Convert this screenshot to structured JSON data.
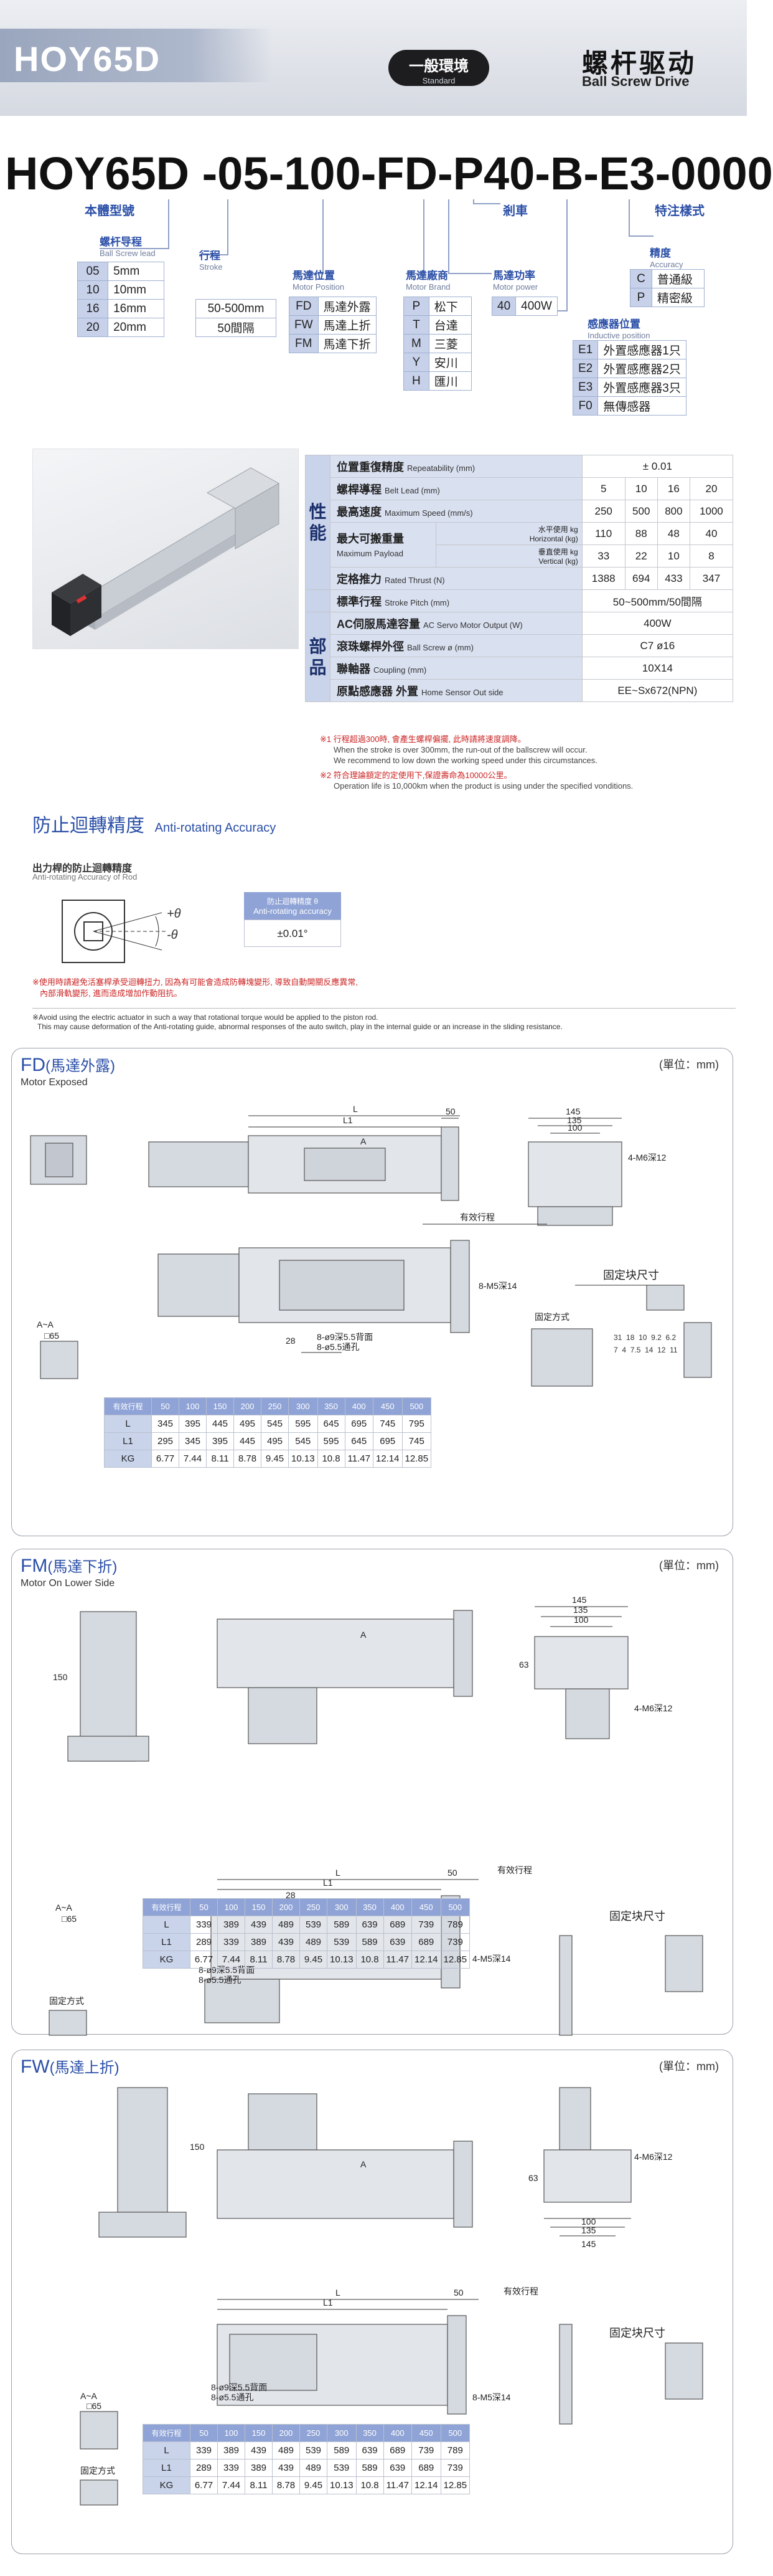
{
  "header": {
    "title": "HOY65D",
    "env_zh": "一般環境",
    "env_en": "Standard",
    "type_zh": "螺杆驱动",
    "type_en": "Ball Screw Drive"
  },
  "model": {
    "code": "HOY65D -05-100-FD-P40-B-E3-0000",
    "body_type": "本體型號",
    "brake": "剎車",
    "special": "特注樣式",
    "lead": {
      "zh": "螺杆导程",
      "en": "Ball Screw lead",
      "rows": [
        [
          "05",
          "5mm"
        ],
        [
          "10",
          "10mm"
        ],
        [
          "16",
          "16mm"
        ],
        [
          "20",
          "20mm"
        ]
      ]
    },
    "stroke": {
      "zh": "行程",
      "en": "Stroke",
      "rows": [
        [
          "50-500mm"
        ],
        [
          "50間隔"
        ]
      ]
    },
    "motor_pos": {
      "zh": "馬達位置",
      "en": "Motor Position",
      "rows": [
        [
          "FD",
          "馬達外露"
        ],
        [
          "FW",
          "馬達上折"
        ],
        [
          "FM",
          "馬達下折"
        ]
      ]
    },
    "motor_brand": {
      "zh": "馬達廠商",
      "en": "Motor Brand",
      "rows": [
        [
          "P",
          "松下"
        ],
        [
          "T",
          "台達"
        ],
        [
          "M",
          "三菱"
        ],
        [
          "Y",
          "安川"
        ],
        [
          "H",
          "匯川"
        ]
      ]
    },
    "motor_power": {
      "zh": "馬達功率",
      "en": "Motor power",
      "rows": [
        [
          "40",
          "400W"
        ]
      ]
    },
    "accuracy": {
      "zh": "精度",
      "en": "Accuracy",
      "rows": [
        [
          "C",
          "普通級"
        ],
        [
          "P",
          "精密級"
        ]
      ]
    },
    "sensor": {
      "zh": "感應器位置",
      "en": "Inductive position",
      "rows": [
        [
          "E1",
          "外置感應器1只"
        ],
        [
          "E2",
          "外置感應器2只"
        ],
        [
          "E3",
          "外置感應器3只"
        ],
        [
          "F0",
          "無傳感器"
        ]
      ]
    }
  },
  "spec": {
    "group_perf": "性能",
    "group_parts": "部品",
    "rows": {
      "repeat": {
        "zh": "位置重復精度",
        "en": "Repeatability (mm)",
        "val": "± 0.01"
      },
      "lead": {
        "zh": "螺桿導程",
        "en": "Belt Lead (mm)",
        "vals": [
          "5",
          "10",
          "16",
          "20"
        ]
      },
      "speed": {
        "zh": "最高速度",
        "en": "Maximum Speed (mm/s)",
        "vals": [
          "250",
          "500",
          "800",
          "1000"
        ]
      },
      "payload": {
        "zh": "最大可搬重量",
        "en": "Maximum Payload",
        "h_zh": "水平使用 kg",
        "h_en": "Horizontal (kg)",
        "v_zh": "垂直使用 kg",
        "v_en": "Vertical (kg)",
        "h_vals": [
          "110",
          "88",
          "48",
          "40"
        ],
        "v_vals": [
          "33",
          "22",
          "10",
          "8"
        ]
      },
      "thrust": {
        "zh": "定格推力",
        "en": "Rated Thrust (N)",
        "vals": [
          "1388",
          "694",
          "433",
          "347"
        ]
      },
      "stroke": {
        "zh": "標準行程",
        "en": "Stroke Pitch (mm)",
        "val": "50~500mm/50間隔"
      },
      "motor": {
        "zh": "AC伺服馬達容量",
        "en": "AC Servo Motor Output (W)",
        "val": "400W"
      },
      "screw": {
        "zh": "滾珠螺桿外徑",
        "en": "Ball Screw ø (mm)",
        "val": "C7 ø16"
      },
      "coupling": {
        "zh": "聯軸器",
        "en": "Coupling (mm)",
        "val": "10X14"
      },
      "sensor": {
        "zh": "原點感應器 外置",
        "en": "Home Sensor Out side",
        "val": "EE~Sx672(NPN)"
      }
    },
    "note1_zh": "※1 行程超過300時, 會產生螺桿偏擺, 此時請將速度調降。",
    "note1_en1": "When the stroke is over 300mm, the run-out of the ballscrew will occur.",
    "note1_en2": "We recommend to low down the working speed under this circumstances.",
    "note2_zh": "※2 符合理論額定的定使用下,保證壽命為10000公里。",
    "note2_en": "Operation life is 10,000km when the product is using under the specified vonditions."
  },
  "anti": {
    "title_zh": "防止迴轉精度",
    "title_en": "Anti-rotating Accuracy",
    "sub_zh": "出力桿的防止迴轉精度",
    "sub_en": "Anti-rotating Accuracy of Rod",
    "plus": "+θ",
    "minus": "-θ",
    "box_zh": "防止迴轉精度 θ",
    "box_en": "Anti-rotating accuracy",
    "box_val": "±0.01°",
    "warn1": "※使用時請避免活塞桿承受迴轉扭力, 因為有可能會造成防轉塊變形, 導致自動開關反應異常,",
    "warn2": "內部滑軌變形, 進而造成增加作動阻抗。",
    "warn_en1": "※Avoid using the electric actuator in such a way that rotational torque would be applied to the piston rod.",
    "warn_en2": "This may cause deformation of the Anti-rotating guide, abnormal responses of the auto switch, play in the internal guide or an increase in the sliding resistance."
  },
  "drawing": {
    "unit": "(單位：mm)",
    "unit2": "(單位：mm)",
    "effective": "有效行程",
    "fixblock": "固定块尺寸",
    "fixmethod": "固定方式",
    "aa": "A~A",
    "dim_L": "L",
    "dim_L1": "L1",
    "dim_A": "A",
    "dim_50": "50",
    "dim_145": "145",
    "dim_135": "135",
    "dim_100": "100",
    "dim_28": "28",
    "dim_150": "150",
    "dim_63": "63",
    "sq65": "□65",
    "m6": "4-M6深12",
    "m5": "8-M5深14",
    "m5b": "4-M5深14",
    "hole1": "8-ø9深5.5背面",
    "hole2": "8-ø5.5通孔",
    "dims_block": [
      "31",
      "18",
      "10",
      "9.2",
      "6.2",
      "7",
      "4",
      "7.5",
      "14",
      "12",
      "11"
    ]
  },
  "fd": {
    "title": "FD",
    "title_zh": "(馬達外露)",
    "sub": "Motor Exposed",
    "table": {
      "head": [
        "有效行程",
        "50",
        "100",
        "150",
        "200",
        "250",
        "300",
        "350",
        "400",
        "450",
        "500"
      ],
      "rows": [
        [
          "L",
          "345",
          "395",
          "445",
          "495",
          "545",
          "595",
          "645",
          "695",
          "745",
          "795"
        ],
        [
          "L1",
          "295",
          "345",
          "395",
          "445",
          "495",
          "545",
          "595",
          "645",
          "695",
          "745"
        ],
        [
          "KG",
          "6.77",
          "7.44",
          "8.11",
          "8.78",
          "9.45",
          "10.13",
          "10.8",
          "11.47",
          "12.14",
          "12.85"
        ]
      ]
    }
  },
  "fm": {
    "title": "FM",
    "title_zh": "(馬達下折)",
    "sub": "Motor On Lower Side",
    "table": {
      "head": [
        "有效行程",
        "50",
        "100",
        "150",
        "200",
        "250",
        "300",
        "350",
        "400",
        "450",
        "500"
      ],
      "rows": [
        [
          "L",
          "339",
          "389",
          "439",
          "489",
          "539",
          "589",
          "639",
          "689",
          "739",
          "789"
        ],
        [
          "L1",
          "289",
          "339",
          "389",
          "439",
          "489",
          "539",
          "589",
          "639",
          "689",
          "739"
        ],
        [
          "KG",
          "6.77",
          "7.44",
          "8.11",
          "8.78",
          "9.45",
          "10.13",
          "10.8",
          "11.47",
          "12.14",
          "12.85"
        ]
      ]
    }
  },
  "fw": {
    "title": "FW",
    "title_zh": "(馬達上折)",
    "table": {
      "head": [
        "有效行程",
        "50",
        "100",
        "150",
        "200",
        "250",
        "300",
        "350",
        "400",
        "450",
        "500"
      ],
      "rows": [
        [
          "L",
          "339",
          "389",
          "439",
          "489",
          "539",
          "589",
          "639",
          "689",
          "739",
          "789"
        ],
        [
          "L1",
          "289",
          "339",
          "389",
          "439",
          "489",
          "539",
          "589",
          "639",
          "689",
          "739"
        ],
        [
          "KG",
          "6.77",
          "7.44",
          "8.11",
          "8.78",
          "9.45",
          "10.13",
          "10.8",
          "11.47",
          "12.14",
          "12.85"
        ]
      ]
    }
  },
  "colors": {
    "accent": "#2b4fa7",
    "table_head": "#8fa3d6",
    "table_cell": "#c9d3ea"
  }
}
